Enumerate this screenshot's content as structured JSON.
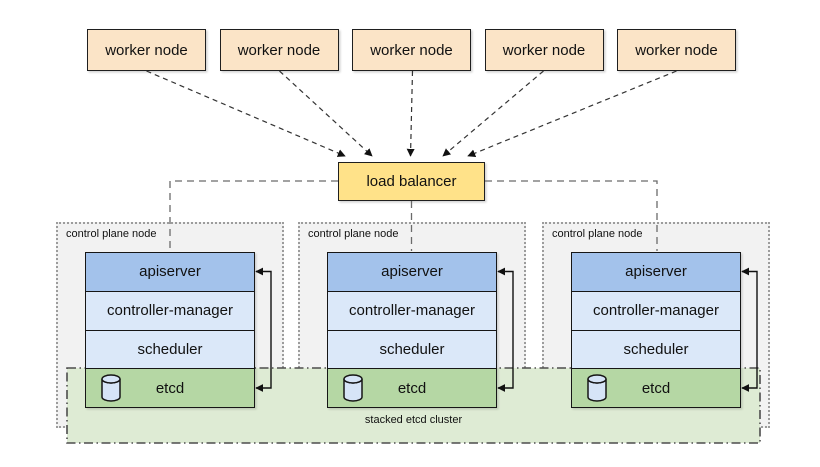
{
  "worker_nodes": [
    {
      "label": "worker node"
    },
    {
      "label": "worker node"
    },
    {
      "label": "worker node"
    },
    {
      "label": "worker node"
    },
    {
      "label": "worker node"
    }
  ],
  "load_balancer": {
    "label": "load balancer"
  },
  "control_plane_nodes": [
    {
      "label": "control plane node",
      "components": [
        {
          "name": "apiserver"
        },
        {
          "name": "controller-manager"
        },
        {
          "name": "scheduler"
        },
        {
          "name": "etcd"
        }
      ]
    },
    {
      "label": "control plane node",
      "components": [
        {
          "name": "apiserver"
        },
        {
          "name": "controller-manager"
        },
        {
          "name": "scheduler"
        },
        {
          "name": "etcd"
        }
      ]
    },
    {
      "label": "control plane node",
      "components": [
        {
          "name": "apiserver"
        },
        {
          "name": "controller-manager"
        },
        {
          "name": "scheduler"
        },
        {
          "name": "etcd"
        }
      ]
    }
  ],
  "etcd_cluster": {
    "label": "stacked etcd cluster"
  },
  "colors": {
    "worker_fill": "#FBE4C7",
    "load_balancer_fill": "#FFE289",
    "apiserver_fill": "#A3C2EB",
    "component_fill": "#DBE8F9",
    "etcd_fill": "#B5D7A4",
    "etcd_band_fill": "#DEEBD4",
    "control_plane_fill": "#F2F2F2",
    "cylinder_fill": "#D6E4F7"
  }
}
